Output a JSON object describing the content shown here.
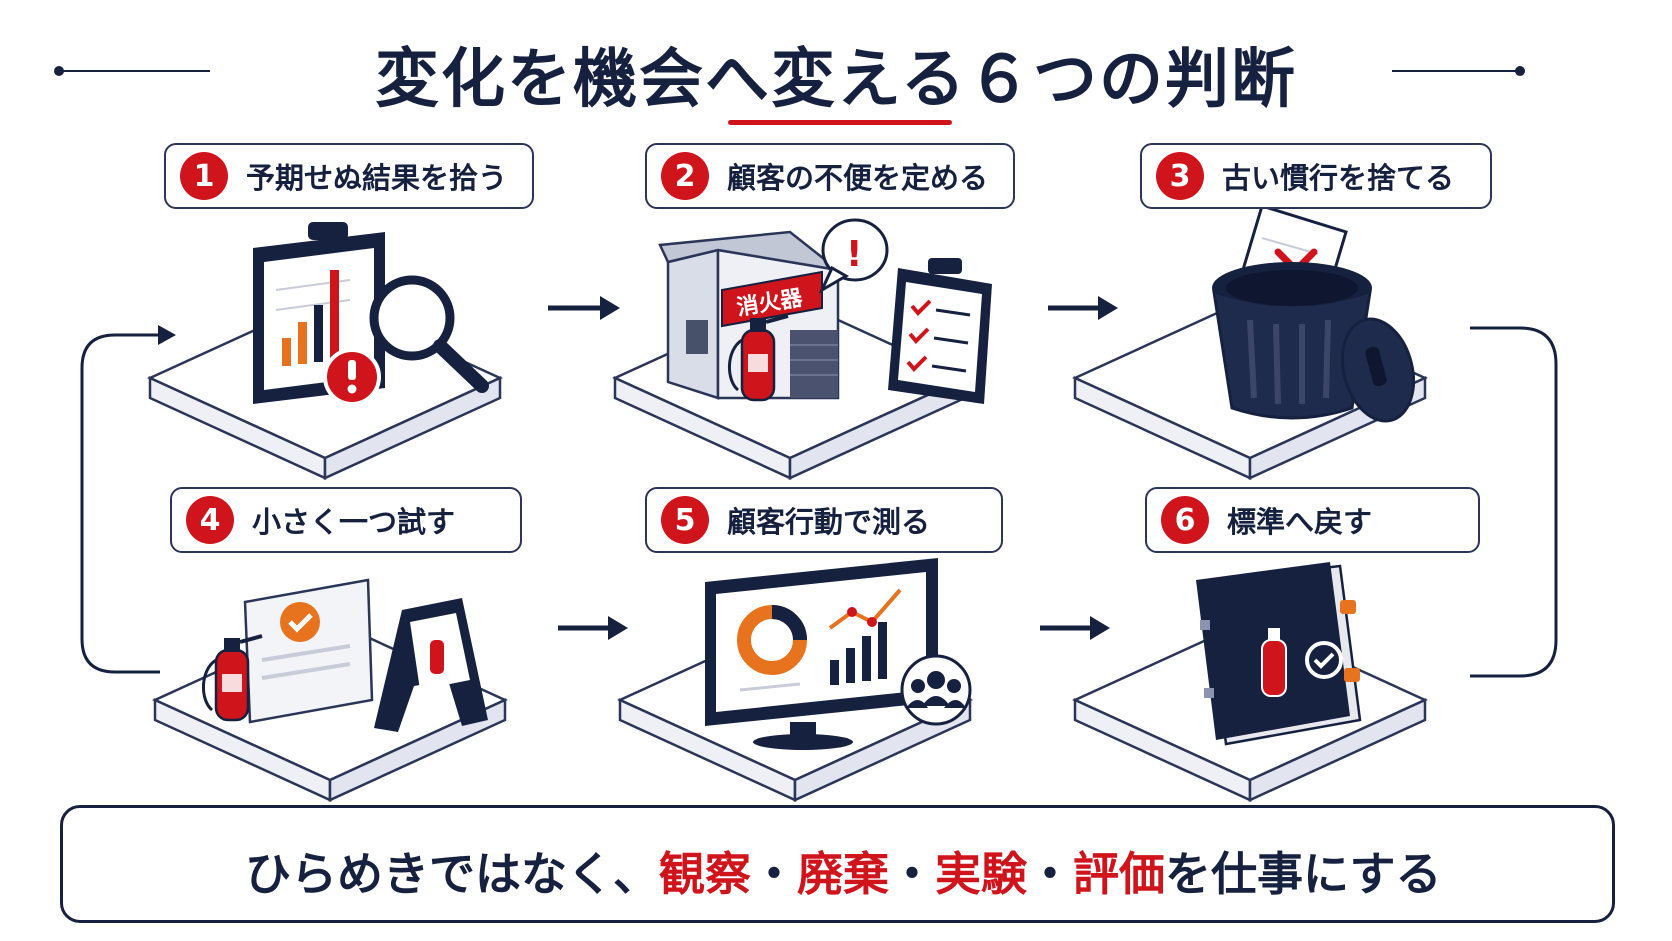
{
  "title": "変化を機会へ変える６つの判断",
  "steps": [
    {
      "number": "1",
      "label": "予期せぬ結果を拾う"
    },
    {
      "number": "2",
      "label": "顧客の不便を定める"
    },
    {
      "number": "3",
      "label": "古い慣行を捨てる"
    },
    {
      "number": "4",
      "label": "小さく一つ試す"
    },
    {
      "number": "5",
      "label": "顧客行動で測る"
    },
    {
      "number": "6",
      "label": "標準へ戻す"
    }
  ],
  "illustrations": {
    "store_sign": "消火器",
    "alert_mark": "!"
  },
  "banner": {
    "prefix": "ひらめきではなく、",
    "word1": "観察",
    "sep": "・",
    "word2": "廃棄",
    "word3": "実験",
    "word4": "評価",
    "suffix": "を仕事にする"
  },
  "icons": [
    "magnifier-icon",
    "warning-icon",
    "clipboard-icon",
    "checklist-icon",
    "store-icon",
    "fire-extinguisher-icon",
    "trash-can-icon",
    "document-x-icon",
    "check-icon",
    "monitor-chart-icon",
    "users-icon",
    "manual-book-icon",
    "target-arrow-icon",
    "arrow-right-icon"
  ],
  "colors": {
    "navy": "#16213f",
    "red": "#d0141c",
    "orange": "#e8731f"
  }
}
